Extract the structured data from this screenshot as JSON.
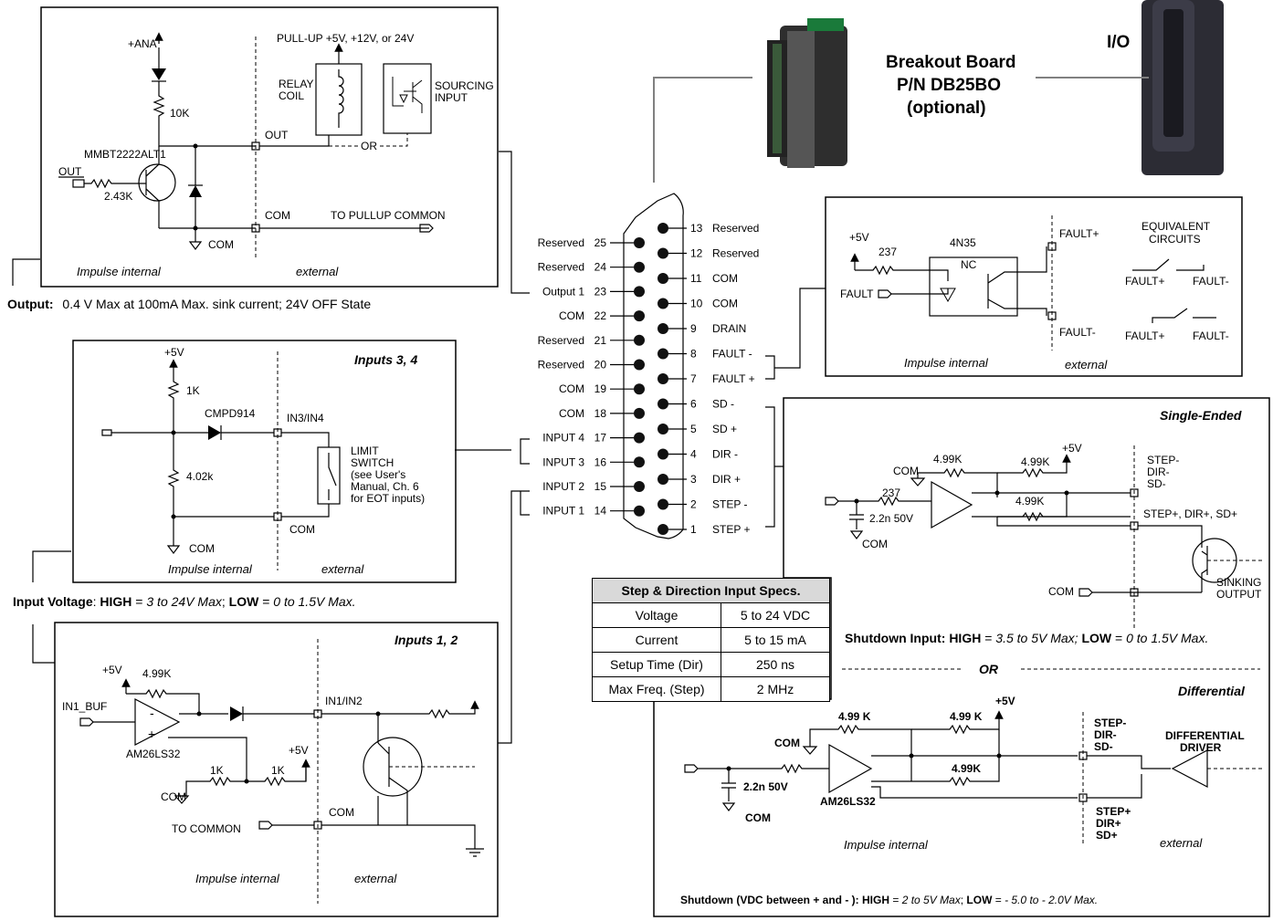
{
  "output_circuit": {
    "supply": "+ANA",
    "pullup": "PULL-UP +5V,  +12V, or 24V",
    "resistor": "10K",
    "transistor": "MMBT2222ALT1",
    "out_in": "OUT",
    "base_resistor": "2.43K",
    "relay_1": "RELAY",
    "relay_2": "COIL",
    "sourcing_1": "SOURCING",
    "sourcing_2": "INPUT",
    "out_term": "OUT",
    "or_text": "OR",
    "com_term": "COM",
    "to_pullup": "TO PULLUP COMMON",
    "com_gnd": "COM",
    "internal": "Impulse internal",
    "external": "external",
    "spec_label": "Output:",
    "spec_text": "0.4 V Max at 100mA Max. sink current; 24V OFF State"
  },
  "inputs34": {
    "title": "Inputs 3, 4",
    "supply": "+5V",
    "r1": "1K",
    "diode": "CMPD914",
    "terminal": "IN3/IN4",
    "r2": "4.02k",
    "switch": [
      "LIMIT",
      "SWITCH",
      "(see User's",
      "Manual, Ch. 6",
      "for EOT inputs)"
    ],
    "com_term": "COM",
    "com_gnd": "COM",
    "internal": "Impulse internal",
    "external": "external"
  },
  "input_voltage": {
    "label": "Input Voltage",
    "high_label": "HIGH",
    "high_val": "3 to 24V Max",
    "low_label": "LOW",
    "low_val": "0 to 1.5V Max."
  },
  "inputs12": {
    "title": "Inputs 1, 2",
    "supply": "+5V",
    "r1": "4.99K",
    "buf": "IN1_BUF",
    "chip": "AM26LS32",
    "terminal": "IN1/IN2",
    "supply2": "+5V",
    "r2": "1K",
    "r3": "1K",
    "com": "COM",
    "to_common": "TO COMMON",
    "com_term": "COM",
    "internal": "Impulse internal",
    "external": "external"
  },
  "breakout": {
    "line1": "Breakout Board",
    "line2": "P/N DB25BO",
    "line3": "(optional)",
    "io": "I/O"
  },
  "connector": {
    "left_pins": [
      {
        "label": "Reserved",
        "num": "25"
      },
      {
        "label": "Reserved",
        "num": "24"
      },
      {
        "label": "Output 1",
        "num": "23"
      },
      {
        "label": "COM",
        "num": "22"
      },
      {
        "label": "Reserved",
        "num": "21"
      },
      {
        "label": "Reserved",
        "num": "20"
      },
      {
        "label": "COM",
        "num": "19"
      },
      {
        "label": "COM",
        "num": "18"
      },
      {
        "label": "INPUT 4",
        "num": "17"
      },
      {
        "label": "INPUT 3",
        "num": "16"
      },
      {
        "label": "INPUT 2",
        "num": "15"
      },
      {
        "label": "INPUT 1",
        "num": "14"
      }
    ],
    "right_pins": [
      {
        "num": "13",
        "label": "Reserved"
      },
      {
        "num": "12",
        "label": "Reserved"
      },
      {
        "num": "11",
        "label": "COM"
      },
      {
        "num": "10",
        "label": "COM"
      },
      {
        "num": "9",
        "label": "DRAIN"
      },
      {
        "num": "8",
        "label": "FAULT -"
      },
      {
        "num": "7",
        "label": "FAULT +"
      },
      {
        "num": "6",
        "label": "SD -"
      },
      {
        "num": "5",
        "label": "SD +"
      },
      {
        "num": "4",
        "label": "DIR -"
      },
      {
        "num": "3",
        "label": "DIR +"
      },
      {
        "num": "2",
        "label": "STEP -"
      },
      {
        "num": "1",
        "label": "STEP +"
      }
    ]
  },
  "fault": {
    "supply": "+5V",
    "r": "237",
    "chip": "4N35",
    "nc": "NC",
    "fault_in": "FAULT",
    "fplus": "FAULT+",
    "fminus": "FAULT-",
    "equiv_1": "EQUIVALENT",
    "equiv_2": "CIRCUITS",
    "eq_fplus": "FAULT+",
    "eq_fminus": "FAULT-",
    "internal": "Impulse internal",
    "external": "external"
  },
  "single_ended": {
    "title": "Single-Ended",
    "com": "COM",
    "r1": "4.99K",
    "r2": "4.99K",
    "supply": "+5V",
    "r3": "4.99K",
    "r_in": "237",
    "cap": "2.2n 50V",
    "com_gnd": "COM",
    "minus_terms": [
      "STEP-",
      "DIR-",
      "SD-"
    ],
    "plus_terms": "STEP+, DIR+, SD+",
    "sinking_1": "SINKING",
    "sinking_2": "OUTPUT",
    "com_term": "COM",
    "shutdown_label": "Shutdown Input:",
    "high_label": "HIGH",
    "high_val": "3.5 to 5V Max;",
    "low_label": "LOW",
    "low_val": "0 to 1.5V Max.",
    "or": "OR"
  },
  "differential": {
    "title": "Differential",
    "com": "COM",
    "r1": "4.99 K",
    "r2": "4.99 K",
    "supply": "+5V",
    "r3": "4.99K",
    "cap": "2.2n 50V",
    "chip": "AM26LS32",
    "com_gnd": "COM",
    "minus_terms": [
      "STEP-",
      "DIR-",
      "SD-"
    ],
    "plus_terms": [
      "STEP+",
      "DIR+",
      "SD+"
    ],
    "driver_1": "DIFFERENTIAL",
    "driver_2": "DRIVER",
    "internal": "Impulse internal",
    "external": "external",
    "shutdown_label": "Shutdown (VDC between + and - ):",
    "high_label": "HIGH",
    "high_val": "2 to 5V Max",
    "low_label": "LOW",
    "low_val": "- 5.0 to - 2.0V Max."
  },
  "specs_table": {
    "title": "Step & Direction Input Specs.",
    "rows": [
      {
        "name": "Voltage",
        "value": "5 to 24 VDC"
      },
      {
        "name": "Current",
        "value": "5 to 15 mA"
      },
      {
        "name": "Setup Time (Dir)",
        "value": "250 ns"
      },
      {
        "name": "Max Freq. (Step)",
        "value": "2 MHz"
      }
    ]
  }
}
